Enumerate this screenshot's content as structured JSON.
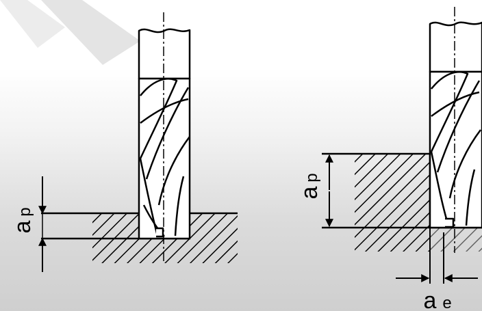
{
  "figure": {
    "left": {
      "depth_label_main": "a",
      "depth_label_sub": "p"
    },
    "right": {
      "depth_label_main": "a",
      "depth_label_sub": "p",
      "width_label_main": "a",
      "width_label_sub": "e"
    },
    "colors": {
      "line": "#000000",
      "watermark": "#d9d9d9"
    }
  }
}
